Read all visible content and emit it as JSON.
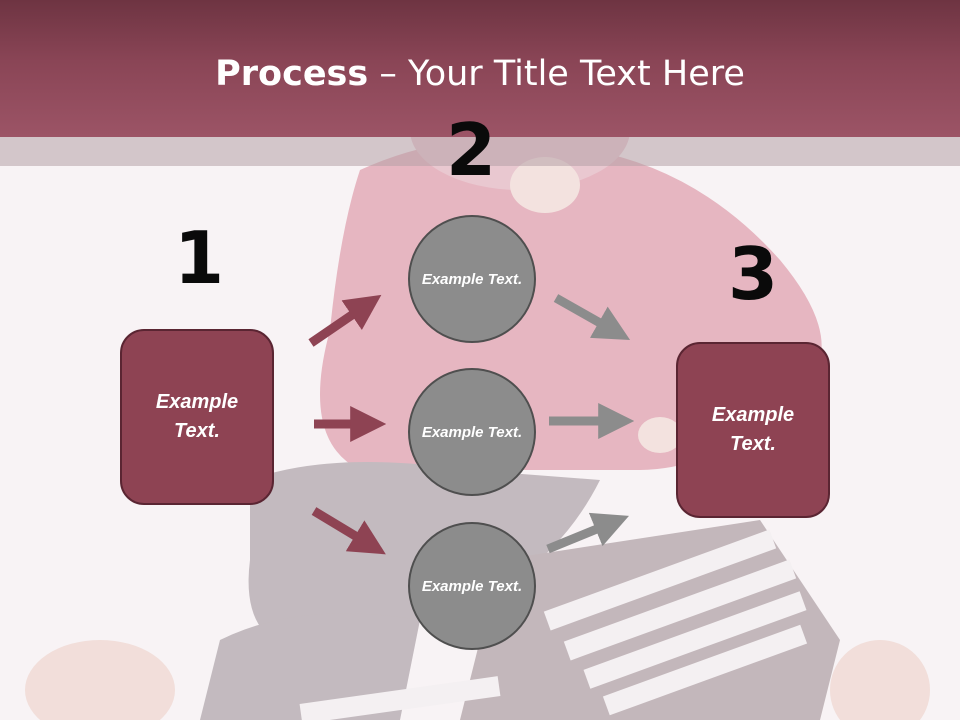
{
  "title": {
    "bold": "Process",
    "dash": " – ",
    "rest": "Your Title Text Here"
  },
  "steps": [
    {
      "number": "1",
      "label": "Example Text."
    },
    {
      "number": "2",
      "circles": [
        "Example Text.",
        "Example Text.",
        "Example Text."
      ]
    },
    {
      "number": "3",
      "label": "Example Text."
    }
  ],
  "colors": {
    "header": "#8a4556",
    "box_fill": "#8e4353",
    "box_border": "#5a2532",
    "circle_fill": "#8c8c8c",
    "arrow_maroon": "#8e4353",
    "arrow_gray": "#8c8c8c"
  }
}
